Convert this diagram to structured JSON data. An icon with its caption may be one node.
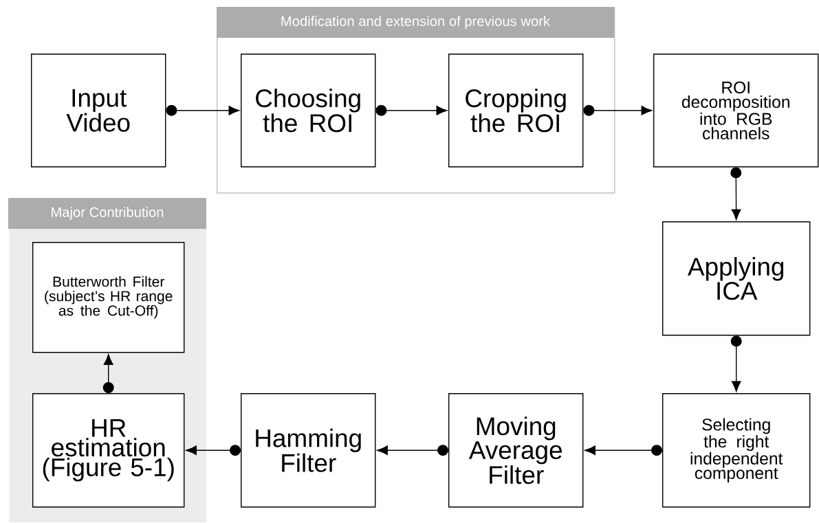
{
  "diagram": {
    "nodes": [
      {
        "text": [
          "Input Video"
        ]
      },
      {
        "text": [
          "Modification and extension of previous work"
        ]
      },
      {
        "text": [
          "Choosing the ROI"
        ],
        "in": 1
      },
      {
        "text": [
          "Cropping the ROI"
        ],
        "in": 1
      },
      {
        "text": [
          "ROI decomposition into RGB channels"
        ]
      },
      {
        "text": [
          "Major Contribution"
        ]
      },
      {
        "text": [
          "Butterworth Filter (subject’s HR range as the Cut-Off)"
        ],
        "in": 5
      },
      {
        "text": [
          "Applying ICA"
        ]
      },
      {
        "text": [
          "HR estimation (Figure 5-1)"
        ],
        "in": 5
      },
      {
        "text": [
          "Hamming Filter"
        ]
      },
      {
        "text": [
          "Moving Average Filter"
        ]
      },
      {
        "text": [
          "Selecting the right independent component"
        ]
      }
    ],
    "edges": [
      {
        "from": 0,
        "to": 2,
        "arrow": "to"
      },
      {
        "from": 2,
        "to": 3,
        "arrow": "to"
      },
      {
        "from": 3,
        "to": 4,
        "arrow": "to"
      },
      {
        "from": 4,
        "to": 7,
        "arrow": "to"
      },
      {
        "from": 7,
        "to": 11,
        "arrow": "to"
      },
      {
        "from": 11,
        "to": 10,
        "arrow": "to"
      },
      {
        "from": 10,
        "to": 9,
        "arrow": "to"
      },
      {
        "from": 9,
        "to": 8,
        "arrow": "to"
      },
      {
        "from": 8,
        "to": 6,
        "arrow": "to"
      }
    ]
  }
}
